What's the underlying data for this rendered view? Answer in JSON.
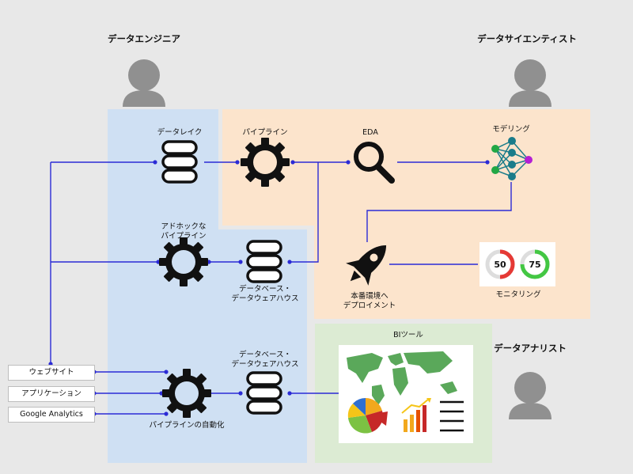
{
  "roles": {
    "data_engineer": "データエンジニア",
    "data_scientist": "データサイエンティスト",
    "data_analyst": "データアナリスト"
  },
  "nodes": {
    "data_lake": "データレイク",
    "pipeline": "パイプライン",
    "eda": "EDA",
    "modeling": "モデリング",
    "adhoc_pipeline": [
      "アドホックな",
      "パイプライン"
    ],
    "database_warehouse": [
      "データベース・",
      "データウェアハウス"
    ],
    "deploy": [
      "本番環境へ",
      "デプロイメント"
    ],
    "monitoring": "モニタリング",
    "bi_tool": "BIツール",
    "database_warehouse_2": [
      "データベース・",
      "データウェアハウス"
    ],
    "pipeline_automation": "パイプラインの自動化"
  },
  "sources": [
    "ウェブサイト",
    "アプリケーション",
    "Google Analytics"
  ],
  "gauges": [
    {
      "value": "50",
      "color": "#e53935"
    },
    {
      "value": "75",
      "color": "#43c743"
    }
  ],
  "colors": {
    "engineer_zone": "#cfe0f3",
    "scientist_zone": "#fce4cc",
    "analyst_zone": "#dcebd3",
    "connector": "#2b2bd6",
    "person": "#909090"
  }
}
